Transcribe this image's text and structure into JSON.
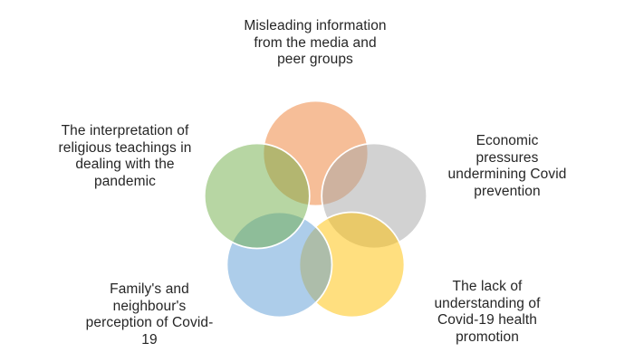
{
  "figure": {
    "background_color": "#ffffff",
    "text_color": "#262626"
  },
  "diagram": {
    "type": "venn-5-circle-radial",
    "fill_opacity": 0.5,
    "stroke_color": "#ffffff",
    "nodes": [
      {
        "id": "misleading-media",
        "position": "top",
        "color": "#ED7D31",
        "label": "Misleading information\nfrom the media and\npeer groups"
      },
      {
        "id": "economic-pressures",
        "position": "top-right",
        "color": "#A5A5A5",
        "label": "Economic pressures\nundermining Covid\nprevention"
      },
      {
        "id": "lack-of-understanding",
        "position": "bottom-right",
        "color": "#FFC000",
        "label": "The lack of\nunderstanding of\nCovid-19 health\npromotion"
      },
      {
        "id": "family-perception",
        "position": "bottom-left",
        "color": "#5B9BD5",
        "label": "Family's and\nneighbour's\nperception of Covid-\n19"
      },
      {
        "id": "religious-teachings",
        "position": "top-left",
        "color": "#70AD47",
        "label": "The interpretation of\nreligious teachings in\ndealing with the\npandemic"
      }
    ]
  }
}
